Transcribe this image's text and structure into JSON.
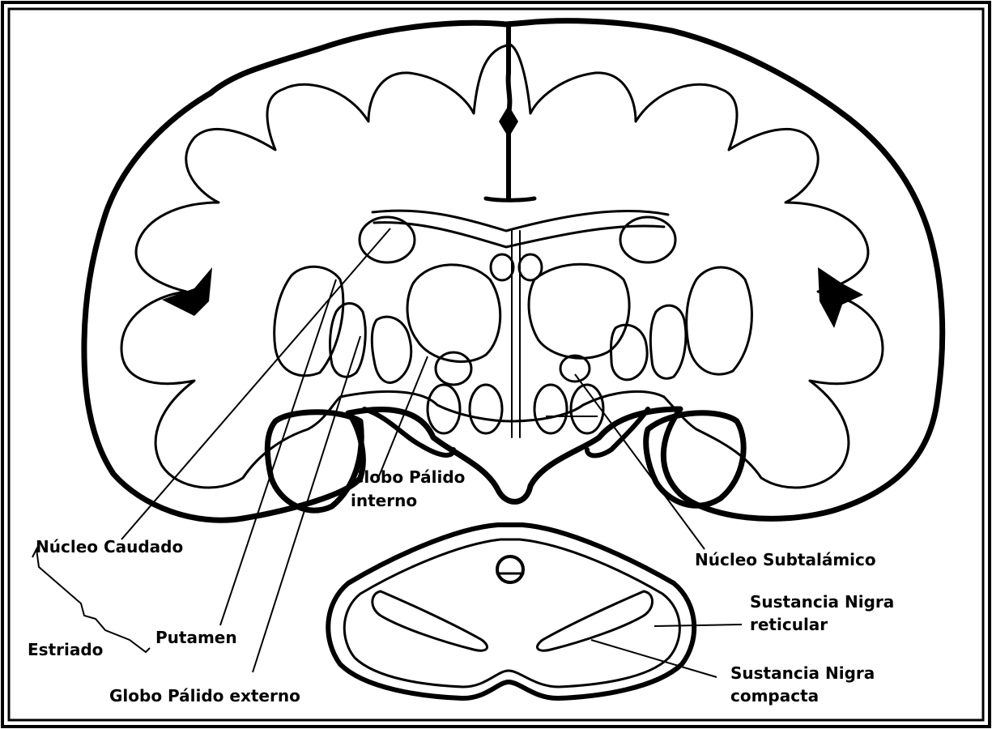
{
  "labels": {
    "nucleo_caudado": "Núcleo Caudado",
    "putamen": "Putamen",
    "estriado": "Estriado",
    "globo_palido_externo": "Globo Pálido externo",
    "globo_palido_interno_line1": "Globo Pálido",
    "globo_palido_interno_line2": "interno",
    "nucleo_subtalamico": "Núcleo Subtalámico",
    "sustancia_nigra_reticular_line1": "Sustancia Nigra",
    "sustancia_nigra_reticular_line2": "reticular",
    "sustancia_nigra_compacta_line1": "Sustancia Nigra",
    "sustancia_nigra_compacta_line2": "compacta"
  },
  "colors": {
    "ink": "#000000",
    "paper": "#ffffff"
  }
}
